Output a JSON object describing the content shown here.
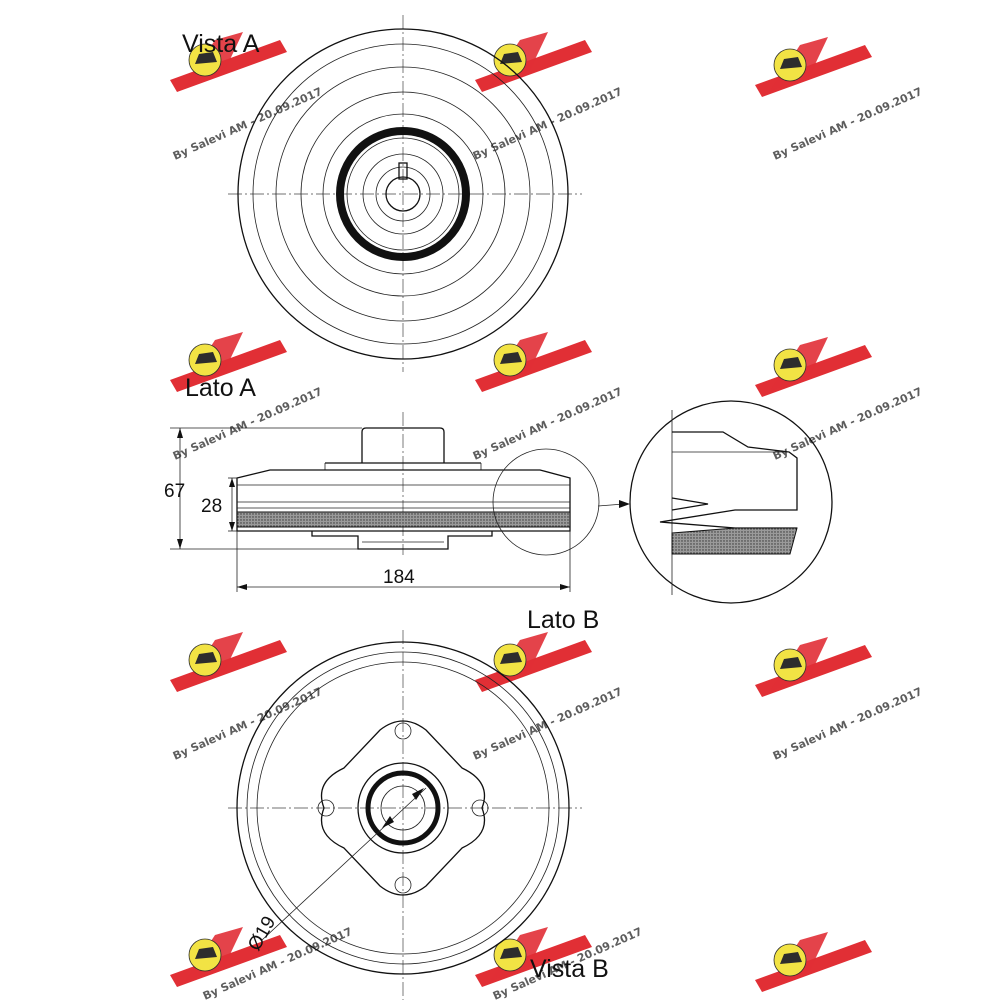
{
  "labels": {
    "vista_a": "Vista A",
    "lato_a": "Lato A",
    "lato_b": "Lato B",
    "vista_b": "Vista B"
  },
  "dimensions": {
    "height_total": "67",
    "height_ring": "28",
    "diameter_outer": "184",
    "bore": "Ø19"
  },
  "watermark": {
    "text": "By Salevi AM - 20.09.2017",
    "logo_colors": {
      "wing": "#e0242b",
      "badge": "#f2e23a"
    }
  },
  "colors": {
    "line": "#111111",
    "rubber_fill": "#8a8a8a"
  }
}
